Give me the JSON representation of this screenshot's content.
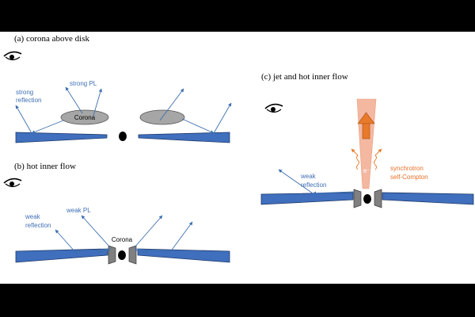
{
  "panel_a": {
    "title": "(a) corona above disk",
    "label_strong_reflection_1": "strong",
    "label_strong_reflection_2": "reflection",
    "label_strong_pl": "strong PL",
    "corona_label": "Corona"
  },
  "panel_b": {
    "title": "(b) hot inner flow",
    "label_weak_reflection_1": "weak",
    "label_weak_reflection_2": "reflection",
    "label_weak_pl": "weak PL",
    "corona_label": "Corona"
  },
  "panel_c": {
    "title": "(c) jet and hot inner flow",
    "label_weak_reflection_1": "weak",
    "label_weak_reflection_2": "reflection",
    "electron_label": "e⁻",
    "label_sync_1": "synchrotron",
    "label_sync_2": "self-Compton"
  },
  "colors": {
    "disk": "#3f6fbd",
    "disk_stroke": "#1f3a6b",
    "arrow": "#3d6fb0",
    "label_blue": "#3f6fb5",
    "corona_gray": "#a6a6a6",
    "flow_gray": "#808080",
    "jet": "#f4b7a0",
    "jet_arrow": "#e87a2b",
    "orange_text": "#e8702a",
    "background": "#ffffff",
    "letterbox": "#000000"
  }
}
